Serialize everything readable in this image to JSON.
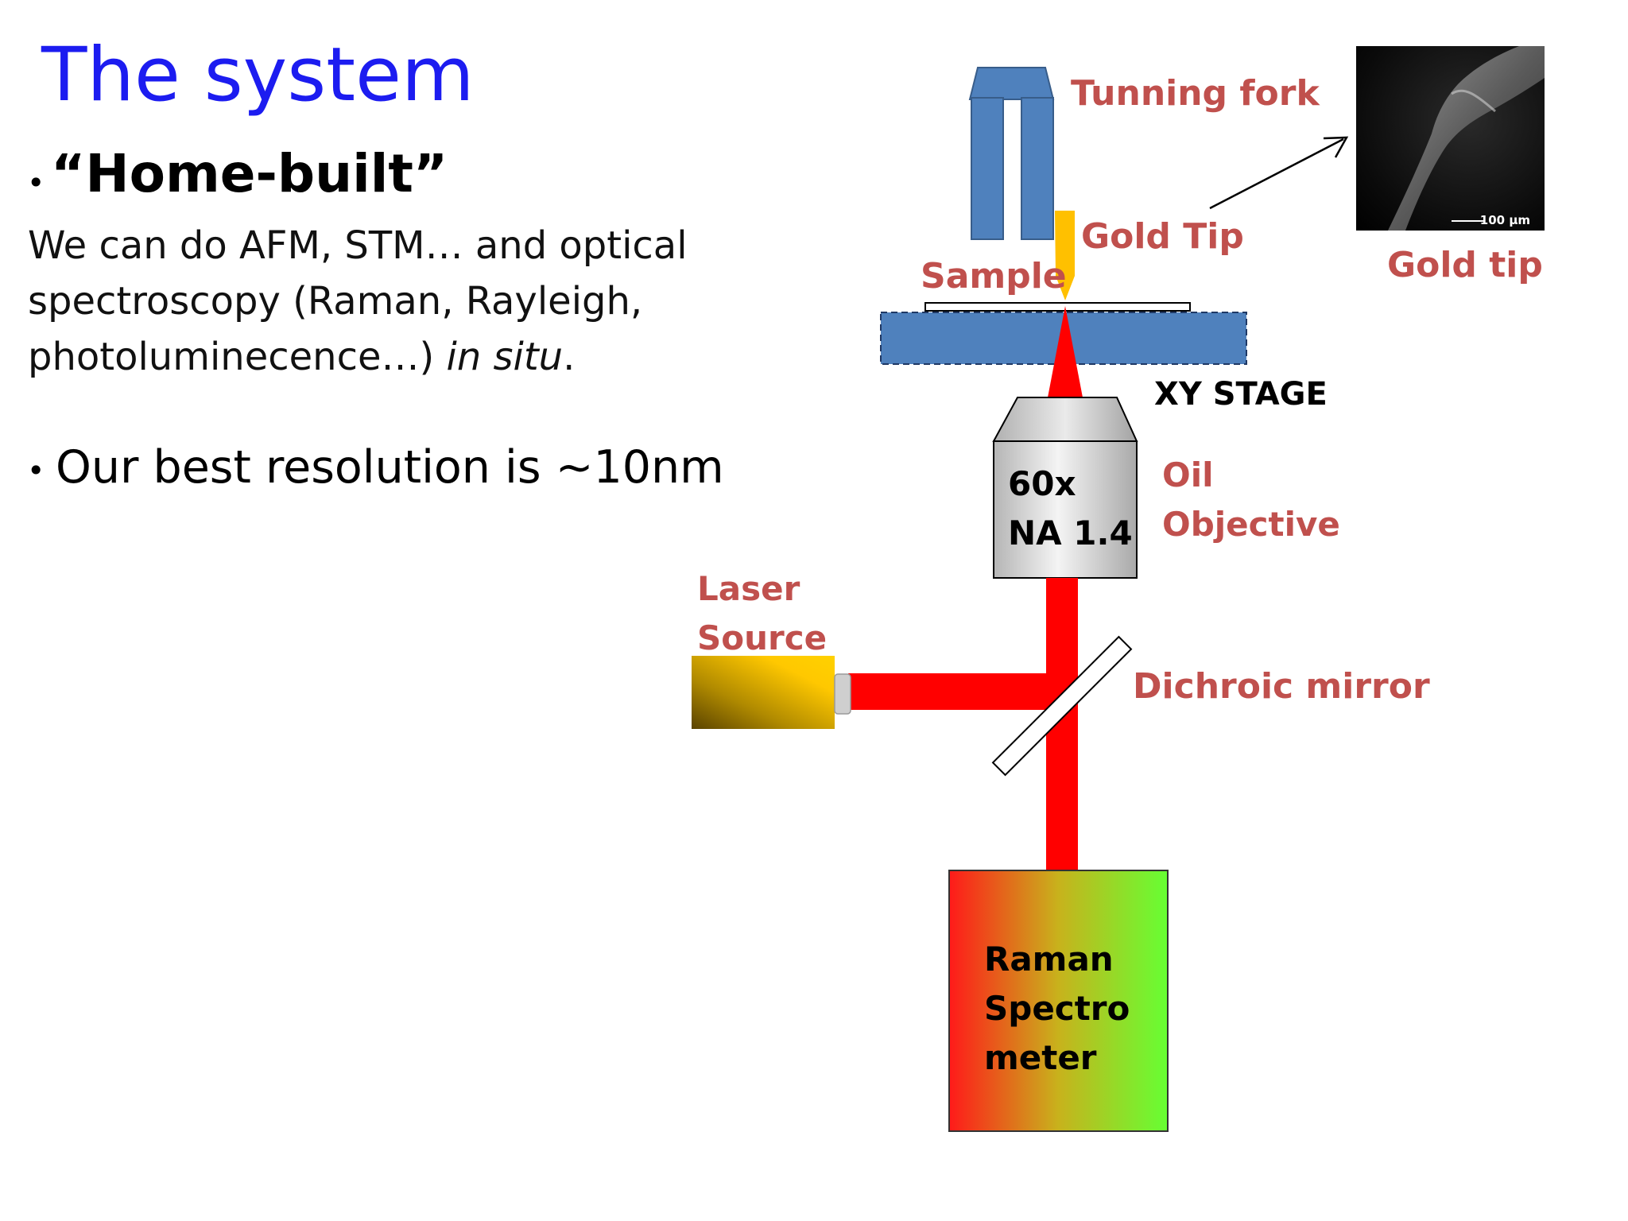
{
  "slide": {
    "title": "The system"
  },
  "bullets": {
    "first_marker": "•",
    "first_heading": "“Home-built”",
    "body_line1": "We can do AFM, STM… and optical",
    "body_line2": "spectroscopy (Raman, Rayleigh,",
    "body_line3_prefix": "photoluminecence…) ",
    "body_line3_italic": "in situ",
    "body_line3_suffix": ".",
    "second_marker": "•",
    "second_text": "Our best resolution is ~10nm"
  },
  "diagram": {
    "tuning_fork_label": "Tunning fork",
    "gold_tip_label": "Gold Tip",
    "sample_label": "Sample",
    "gold_tip_photo_label": "Gold tip",
    "scale_bar_label": "100 µm",
    "xy_stage_label": "XY STAGE",
    "oil_objective_line1": "Oil",
    "oil_objective_line2": "Objective",
    "objective_mag_line1": "60x",
    "objective_mag_line2": "NA 1.4",
    "laser_line1": "Laser",
    "laser_line2": "Source",
    "dichroic_label": "Dichroic mirror",
    "raman_line1": "Raman",
    "raman_line2": "Spectro",
    "raman_line3": "meter"
  },
  "colors": {
    "title": "#1c1cf0",
    "label_red": "#c0504d",
    "fork_blue": "#4f81bd",
    "beam_red": "#ff0000",
    "gold": "#ffc000"
  }
}
